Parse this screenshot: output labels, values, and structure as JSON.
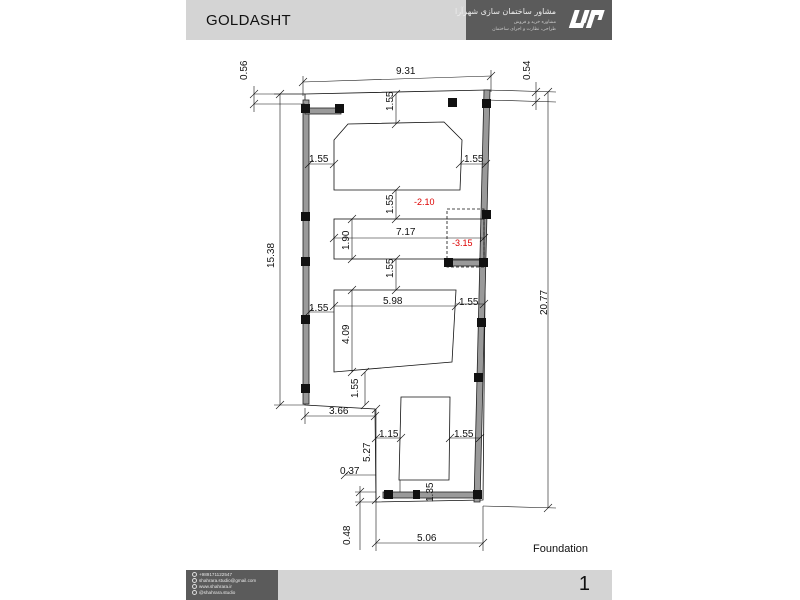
{
  "header": {
    "title": "GOLDASHT",
    "brand_name": "مشاور ساختمان سازی شهرآرا",
    "brand_sub1": "مشاوره خرید و فروش",
    "brand_sub2": "طراحی، نظارت و اجرای ساختمان"
  },
  "drawing": {
    "label": "Foundation",
    "dimensions": {
      "top_width": "9.31",
      "top_left_offset": "0.56",
      "top_right_offset": "0.54",
      "left_height": "15.38",
      "right_height": "20.77",
      "step_width": "3.66",
      "bottom_width": "5.06",
      "bottom_left_offset": "0.48",
      "lower_left_offset": "0.37",
      "lower_height": "5.27",
      "lower_gap_top": "1.55",
      "lower_margin_left": "1.15",
      "lower_margin_right": "1.55",
      "bottom_gap": "1.35",
      "pit1_top_gap": "1.55",
      "pit1_left_gap": "1.55",
      "pit1_right_gap": "1.55",
      "gap_between_1_2": "1.55",
      "pit2_length": "7.17",
      "pit2_height": "1.90",
      "gap_between_2_3": "1.55",
      "pit3_width": "5.98",
      "pit3_left_gap": "1.55",
      "pit3_right_gap": "1.55",
      "pit3_height": "4.09"
    },
    "levels": {
      "pit1": "-2.10",
      "pit2": "-3.15"
    }
  },
  "footer": {
    "phone": "+989171122547",
    "email": "shahrara.studio@gmail.com",
    "website": "www.shahrara.ir",
    "instagram": "@shahrara.studio",
    "page_number": "1"
  }
}
